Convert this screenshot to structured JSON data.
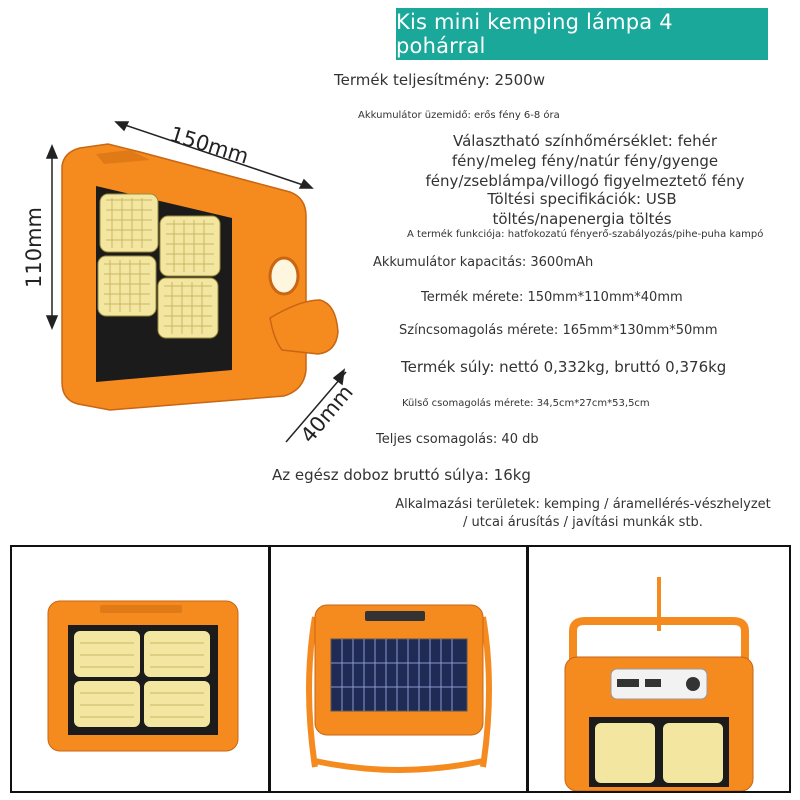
{
  "title": "Kis mini kemping lámpa 4 pohárral",
  "specs": {
    "power": "Termék teljesítmény: 2500w",
    "battery_time": "Akkumulátor üzemidő: erős fény 6-8 óra",
    "color_temp": "Választható színhőmérséklet: fehér fény/meleg fény/natúr fény/gyenge fény/zseblámpa/villogó figyelmeztető fény",
    "charging": "Töltési specifikációk: USB töltés/napenergia töltés",
    "function": "A termék funkciója: hatfokozatú fényerő-szabályozás/pihe-puha kampó",
    "capacity": "Akkumulátor kapacitás: 3600mAh",
    "size": "Termék mérete: 150mm*110mm*40mm",
    "color_box": "Színcsomagolás mérete: 165mm*130mm*50mm",
    "weight": "Termék súly: nettó 0,332kg, bruttó 0,376kg",
    "outer_box": "Külső csomagolás mérete: 34,5cm*27cm*53,5cm",
    "total_pack": "Teljes csomagolás: 40 db",
    "box_weight": "Az egész doboz bruttó súlya: 16kg",
    "applications": "Alkalmazási területek: kemping / áramellérés-vészhelyzet / utcai árusítás / javítási munkák stb."
  },
  "dimensions": {
    "width": "150mm",
    "height": "110mm",
    "depth": "40mm"
  },
  "colors": {
    "banner": "#1aa89b",
    "housing": "#f58a1f",
    "housing_dark": "#d9701a",
    "led": "#f2e6a0"
  },
  "icons": [
    "lamp-front-image",
    "lamp-back-solar-image",
    "lamp-side-handle-image"
  ]
}
